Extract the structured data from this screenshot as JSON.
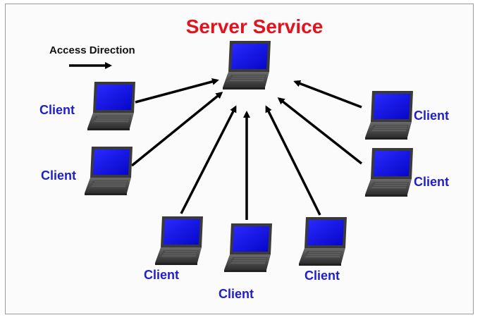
{
  "title": "Server Service",
  "legend": {
    "label": "Access Direction"
  },
  "server": {
    "icon": "laptop-icon"
  },
  "clients": [
    {
      "label": "Client",
      "icon": "laptop-icon"
    },
    {
      "label": "Client",
      "icon": "laptop-icon"
    },
    {
      "label": "Client",
      "icon": "laptop-icon"
    },
    {
      "label": "Client",
      "icon": "laptop-icon"
    },
    {
      "label": "Client",
      "icon": "laptop-icon"
    },
    {
      "label": "Client",
      "icon": "laptop-icon"
    },
    {
      "label": "Client",
      "icon": "laptop-icon"
    }
  ],
  "colors": {
    "title": "#e0141e",
    "client_label": "#2020c8",
    "screen": "#1010e8",
    "arrow": "#000000"
  }
}
